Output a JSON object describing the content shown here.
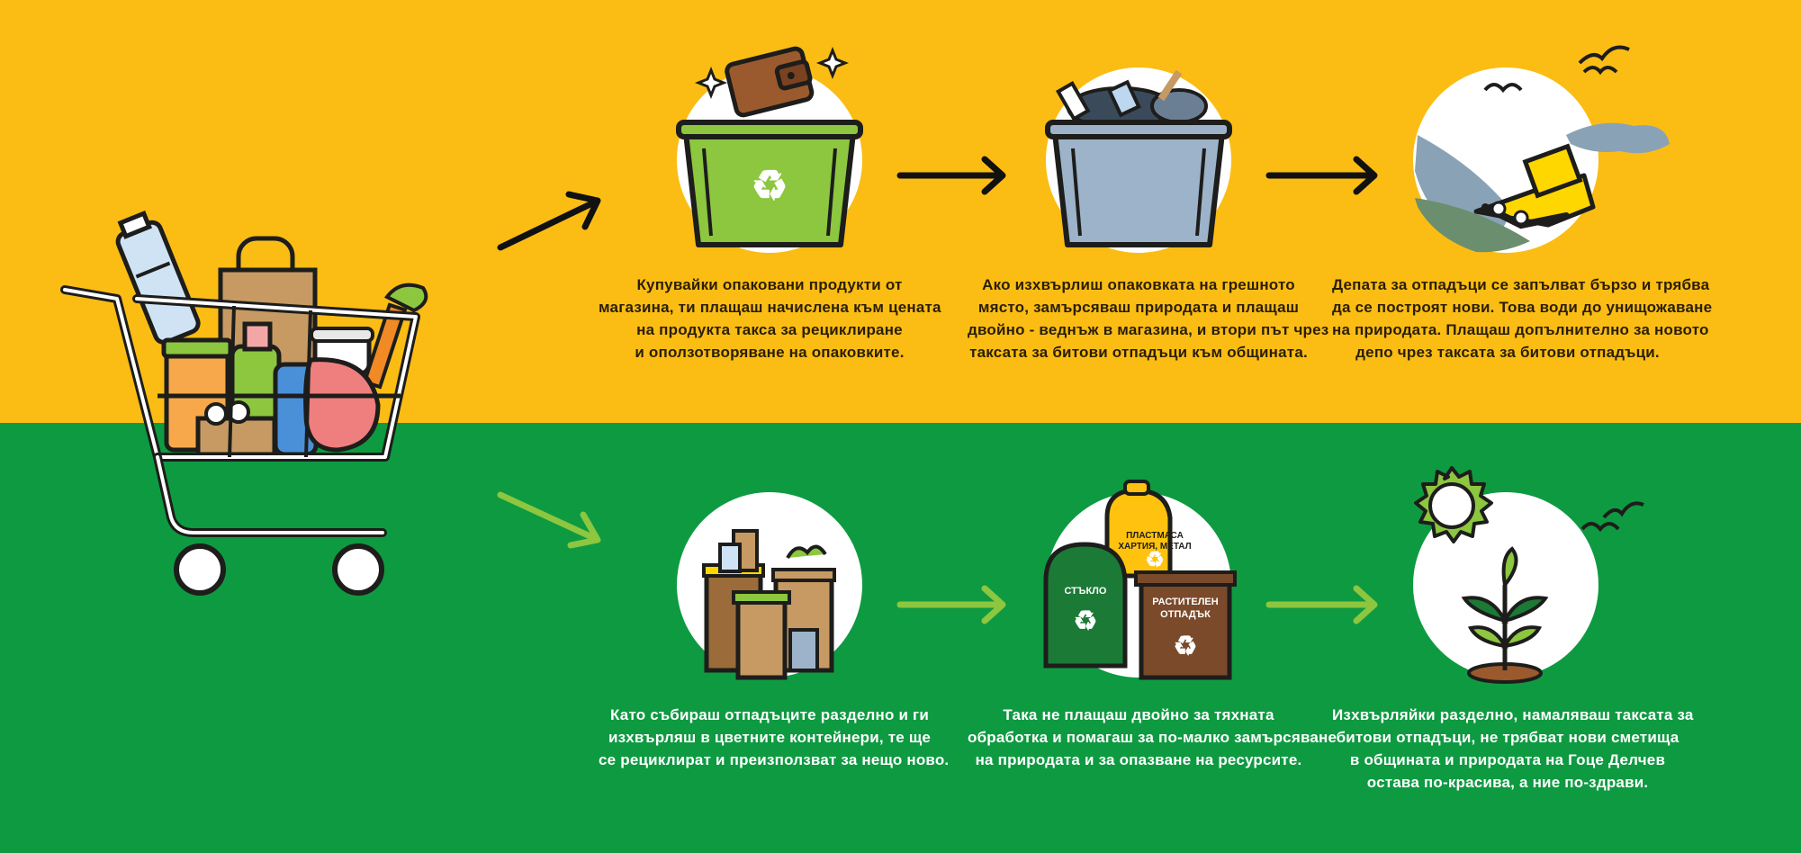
{
  "colors": {
    "top_band": "#fbbd14",
    "bottom_band": "#0e9a41",
    "arrow_dark": "#111111",
    "arrow_light": "#8dc63f"
  },
  "top_row": [
    {
      "icon": "green-recycle-bin-with-wallet-icon",
      "lines": [
        "Купувайки опаковани продукти от",
        "магазина, ти плащаш начислена към цената",
        "на продукта такса за рециклиране",
        "и оползотворяване на опаковките."
      ]
    },
    {
      "icon": "overflowing-general-waste-bin-icon",
      "lines": [
        "Ако изхвърлиш опаковката на грешното",
        "място, замърсяваш природата и плащаш",
        "двойно - веднъж в магазина, и втори път чрез",
        "таксата за битови отпадъци към общината."
      ]
    },
    {
      "icon": "bulldozer-on-landfill-icon",
      "lines": [
        "Депата за отпадъци се запълват бързо и трябва",
        "да се построят нови. Това води до унищожаване",
        "на природата. Плащаш допълнително за новото",
        "депо чрез таксата за  битови отпадъци."
      ]
    }
  ],
  "bottom_row": [
    {
      "icon": "sorted-waste-containers-icon",
      "lines": [
        "Като събираш отпадъците разделно и ги",
        "изхвърляш в цветните контейнери, те ще",
        "се рециклират и преизползват за нещо ново."
      ]
    },
    {
      "icon": "colored-recycling-bins-icon",
      "lines": [
        "Така не плащаш двойно за тяхната",
        "обработка и помагаш за по-малко замърсяване",
        "на природата и за опазване на ресурсите."
      ]
    },
    {
      "icon": "sprouting-plant-with-sun-icon",
      "lines": [
        "Изхвърляйки разделно, намаляваш таксата за",
        "битови отпадъци, не трябват нови сметища",
        "в общината и природата на Гоце Делчев",
        "остава по-красива, а ние по-здрави."
      ]
    }
  ],
  "bins": {
    "yellow": "ПЛАСТМАСА ХАРТИЯ, МЕТАЛ",
    "glass": "СТЪКЛО",
    "bio_line1": "РАСТИТЕЛЕН",
    "bio_line2": "ОТПАДЪК"
  }
}
